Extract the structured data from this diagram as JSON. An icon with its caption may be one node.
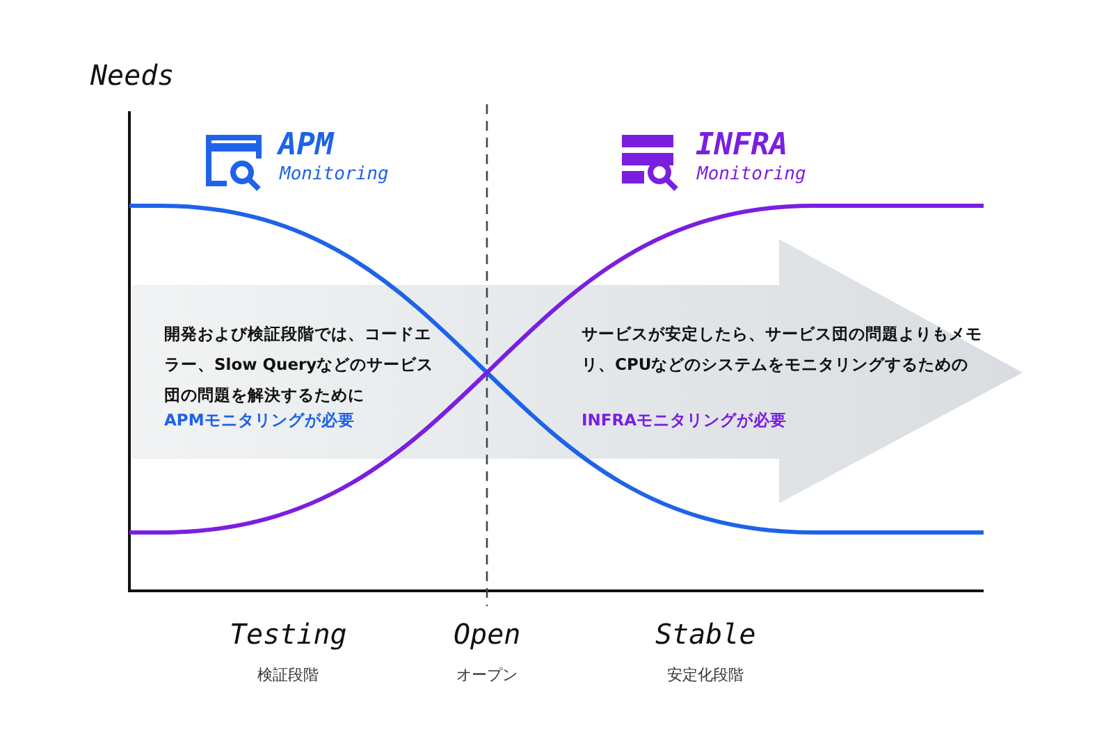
{
  "diagram": {
    "labels": [
      "Needs",
      "APM",
      "Monitoring",
      "INFRA",
      "Monitoring",
      "開発および検証段階では、コードエラー、Slow Queryなどのサービス団の問題を解決するために",
      "APMモニタリングが必要",
      "サービスが安定したら、サービス団の問題よりもメモリ、CPUなどのシステムをモニタリングするための",
      "INFRAモニタリングが必要",
      "Testing",
      "検証段階",
      "Open",
      "オープン",
      "Stable",
      "安定化段階"
    ]
  }
}
